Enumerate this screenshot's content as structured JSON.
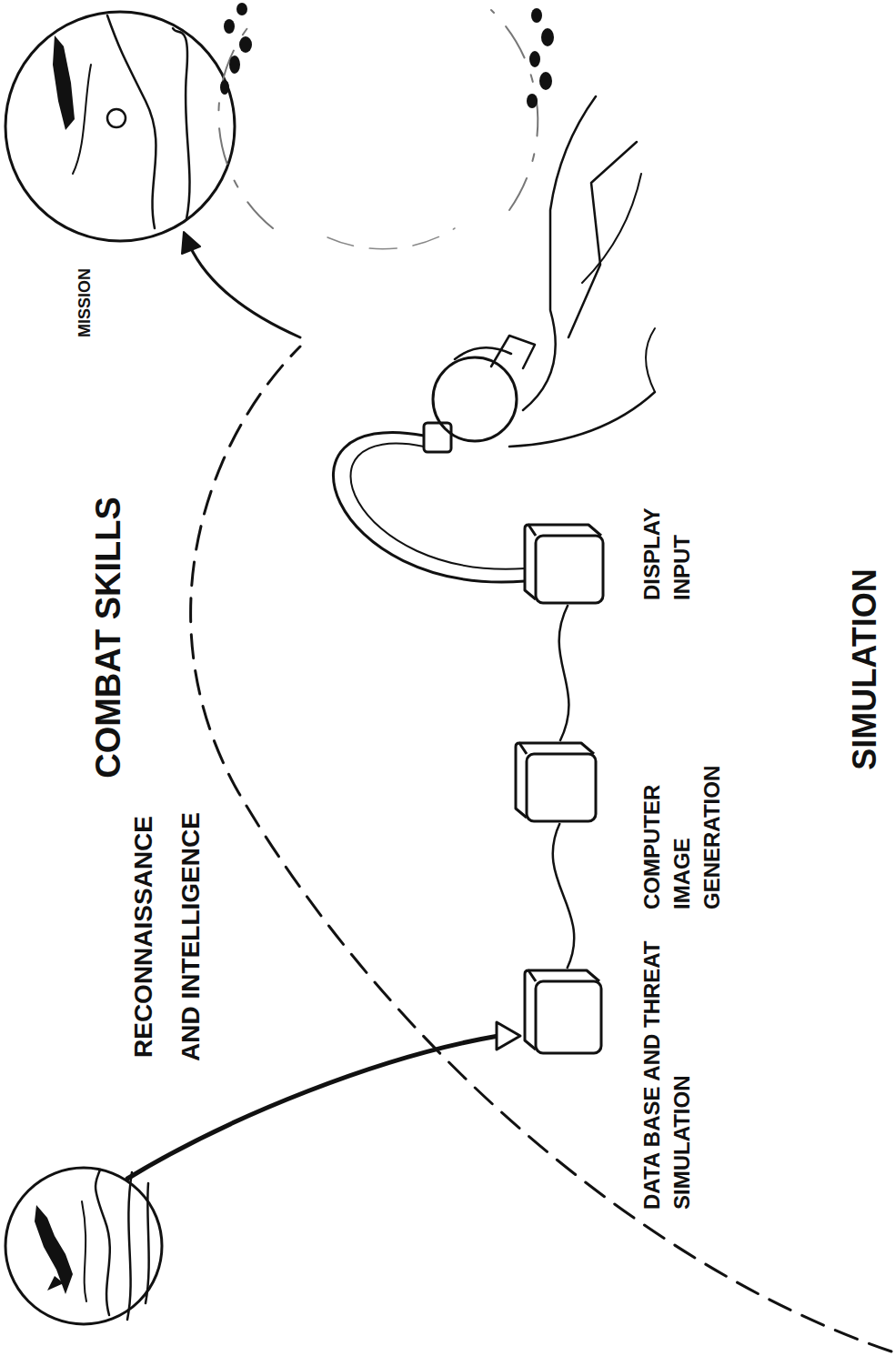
{
  "diagram": {
    "title": "COMBAT SKILLS",
    "nodes": [
      {
        "text": [
          "DATA BASE AND THREAT SIMULATION"
        ]
      },
      {
        "text": [
          "COMPUTER IMAGE GENERATION"
        ]
      },
      {
        "text": [
          "DISPLAY INPUT"
        ]
      }
    ],
    "edges": [
      {
        "from": 0,
        "to": 1,
        "arrow": "none"
      },
      {
        "from": 1,
        "to": 2,
        "arrow": "none"
      }
    ],
    "labels": [
      "RECONNAISSANCE AND INTELLIGENCE",
      "MISSION",
      "SIMULATION"
    ]
  }
}
